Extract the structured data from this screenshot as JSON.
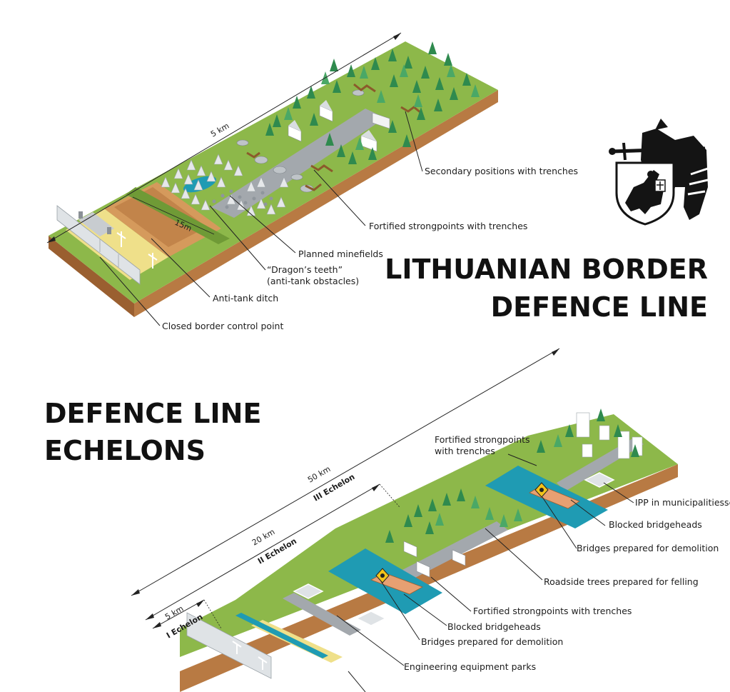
{
  "title": {
    "line1": "LITHUANIAN BORDER",
    "line2": "DEFENCE LINE"
  },
  "section_title": {
    "line1": "DEFENCE LINE",
    "line2": "ECHELONS"
  },
  "top_diagram": {
    "distance_label": "5 km",
    "ditch_width_label": "15m",
    "labels": {
      "secondary": "Secondary positions with trenches",
      "fortified": "Fortified strongpoints with trenches",
      "minefields": "Planned minefields",
      "dragons_teeth_1": "“Dragon’s teeth”",
      "dragons_teeth_2": "(anti-tank obstacles)",
      "ditch": "Anti-tank ditch",
      "border_point": "Closed border control point"
    }
  },
  "bottom_diagram": {
    "dim_50": "50 km",
    "dim_20": "20 km",
    "dim_5": "5 km",
    "echelon_1": "I Echelon",
    "echelon_2": "II Echelon",
    "echelon_3": "III Echelon",
    "labels": {
      "fortified_top_1": "Fortified strongpoints",
      "fortified_top_2": "with trenches",
      "ipp": "IPP in municipalitiesse",
      "blocked_1": "Blocked bridgeheads",
      "bridges_1": "Bridges prepared for demolition",
      "roadside": "Roadside trees prepared for felling",
      "fortified_2": "Fortified strongpoints with trenches",
      "blocked_2": "Blocked bridgeheads",
      "bridges_2": "Bridges prepared for demolition",
      "parks": "Engineering equipment parks"
    }
  },
  "colors": {
    "grass": "#8db84a",
    "grass_dark": "#6f9a36",
    "earth": "#b87a43",
    "sand": "#efe08a",
    "water": "#1f9bb3",
    "road": "#a3a8ad",
    "fence": "#dfe3e6"
  },
  "icons": [
    "coat-of-arms-icon",
    "tree-icon",
    "house-icon",
    "dragons-tooth-icon",
    "explosive-warning-icon",
    "wind-turbine-icon"
  ]
}
